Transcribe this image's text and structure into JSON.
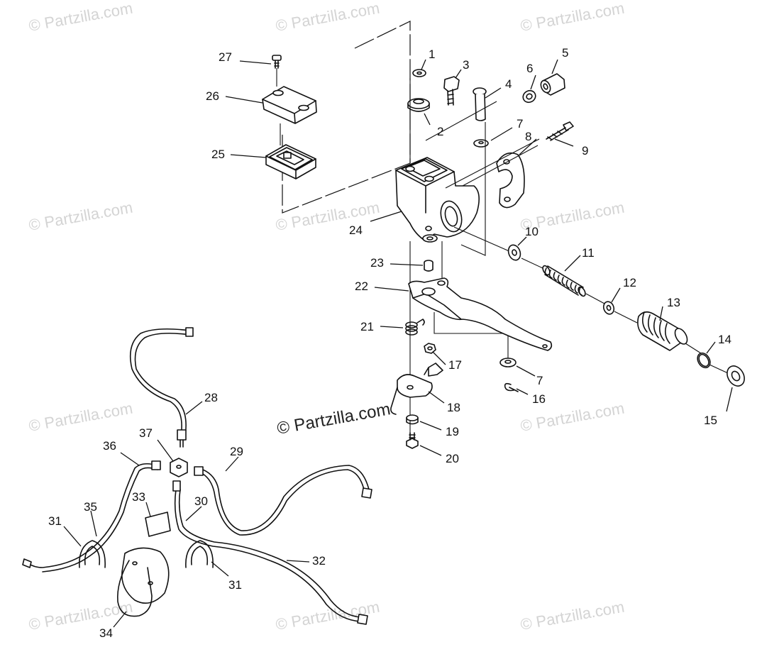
{
  "watermark": "© Partzilla.com",
  "center_watermark": "© Partzilla.com",
  "callouts": {
    "c1": "1",
    "c2": "2",
    "c3": "3",
    "c4": "4",
    "c5": "5",
    "c6": "6",
    "c7a": "7",
    "c7b": "7",
    "c8": "8",
    "c9": "9",
    "c10": "10",
    "c11": "11",
    "c12": "12",
    "c13": "13",
    "c14": "14",
    "c15": "15",
    "c16": "16",
    "c17": "17",
    "c18": "18",
    "c19": "19",
    "c20": "20",
    "c21": "21",
    "c22": "22",
    "c23": "23",
    "c24": "24",
    "c25": "25",
    "c26": "26",
    "c27": "27",
    "c28": "28",
    "c29": "29",
    "c30": "30",
    "c31a": "31",
    "c31b": "31",
    "c32": "32",
    "c33": "33",
    "c34": "34",
    "c35": "35",
    "c36": "36",
    "c37": "37"
  }
}
